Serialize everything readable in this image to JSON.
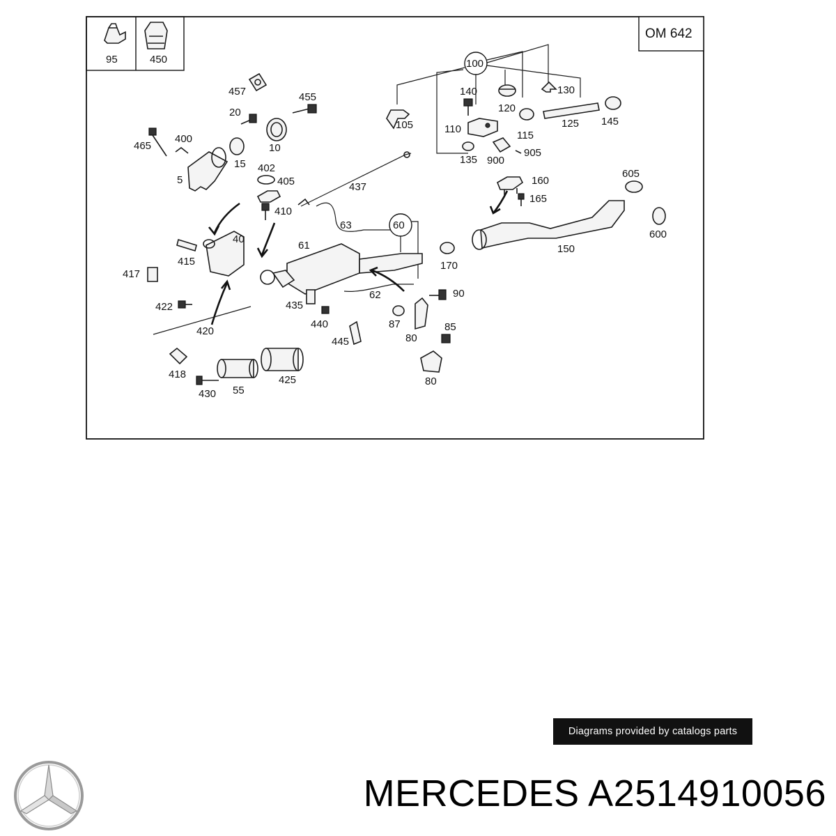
{
  "diagram": {
    "engine_label": "OM 642",
    "legend_items": [
      "95",
      "450"
    ],
    "callouts": {
      "c100": "100",
      "c60": "60",
      "p457": "457",
      "p455": "455",
      "p20": "20",
      "p400": "400",
      "p465": "465",
      "p10": "10",
      "p15": "15",
      "p5": "5",
      "p402": "402",
      "p405": "405",
      "p410": "410",
      "p437": "437",
      "p63": "63",
      "p40": "40",
      "p415": "415",
      "p417": "417",
      "p61": "61",
      "p422": "422",
      "p420": "420",
      "p435": "435",
      "p62": "62",
      "p440": "440",
      "p87": "87",
      "p445": "445",
      "p80a": "80",
      "p80b": "80",
      "p90": "90",
      "p85": "85",
      "p418": "418",
      "p430": "430",
      "p55": "55",
      "p425": "425",
      "p140": "140",
      "p120": "120",
      "p130": "130",
      "p105": "105",
      "p110": "110",
      "p115": "115",
      "p125": "125",
      "p145": "145",
      "p135": "135",
      "p900": "900",
      "p905": "905",
      "p160": "160",
      "p165": "165",
      "p605": "605",
      "p600": "600",
      "p150": "150",
      "p170": "170"
    }
  },
  "credit": "Diagrams provided by catalogs parts",
  "brand": "MERCEDES A2514910056",
  "logo_icon": "mercedes-star-icon"
}
